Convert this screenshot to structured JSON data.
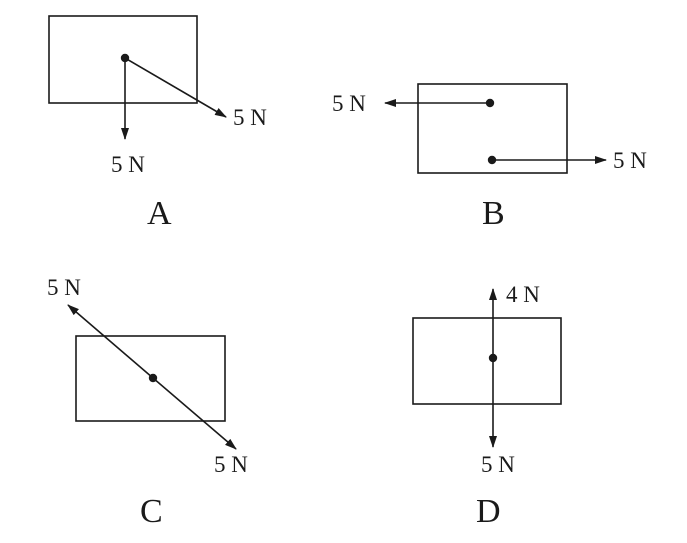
{
  "colors": {
    "ink": "#1a1a1a",
    "background": "#ffffff"
  },
  "panels": {
    "A": {
      "letter": "A",
      "forces": [
        {
          "magnitude_label": "5 N",
          "direction": "down"
        },
        {
          "magnitude_label": "5 N",
          "direction": "down-right"
        }
      ]
    },
    "B": {
      "letter": "B",
      "forces": [
        {
          "magnitude_label": "5 N",
          "direction": "left"
        },
        {
          "magnitude_label": "5 N",
          "direction": "right"
        }
      ]
    },
    "C": {
      "letter": "C",
      "forces": [
        {
          "magnitude_label": "5 N",
          "direction": "up-left"
        },
        {
          "magnitude_label": "5 N",
          "direction": "down-right"
        }
      ]
    },
    "D": {
      "letter": "D",
      "forces": [
        {
          "magnitude_label": "4 N",
          "direction": "up"
        },
        {
          "magnitude_label": "5 N",
          "direction": "down"
        }
      ]
    }
  }
}
